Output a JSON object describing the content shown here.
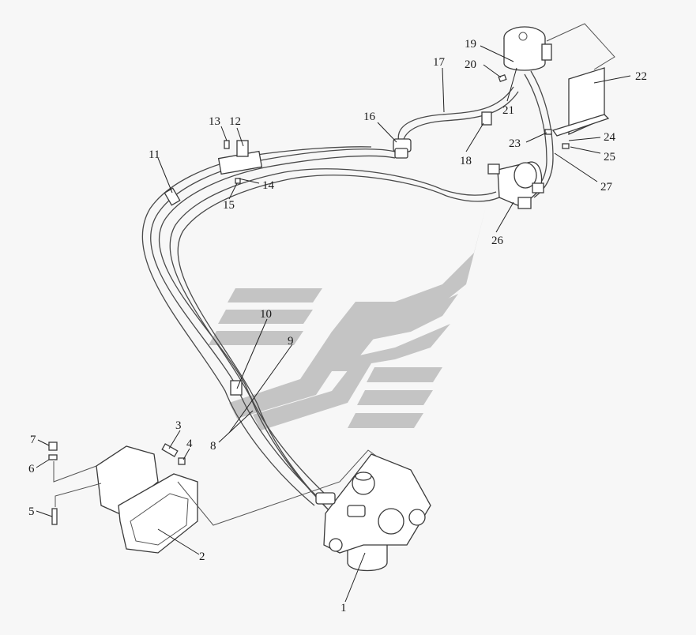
{
  "diagram": {
    "callouts": [
      {
        "id": "c1",
        "number": "1"
      },
      {
        "id": "c2",
        "number": "2"
      },
      {
        "id": "c3",
        "number": "3"
      },
      {
        "id": "c4",
        "number": "4"
      },
      {
        "id": "c5",
        "number": "5"
      },
      {
        "id": "c6",
        "number": "6"
      },
      {
        "id": "c7",
        "number": "7"
      },
      {
        "id": "c8",
        "number": "8"
      },
      {
        "id": "c9",
        "number": "9"
      },
      {
        "id": "c10",
        "number": "10"
      },
      {
        "id": "c11",
        "number": "11"
      },
      {
        "id": "c12",
        "number": "12"
      },
      {
        "id": "c13",
        "number": "13"
      },
      {
        "id": "c14",
        "number": "14"
      },
      {
        "id": "c15",
        "number": "15"
      },
      {
        "id": "c16",
        "number": "16"
      },
      {
        "id": "c17",
        "number": "17"
      },
      {
        "id": "c18",
        "number": "18"
      },
      {
        "id": "c19",
        "number": "19"
      },
      {
        "id": "c20",
        "number": "20"
      },
      {
        "id": "c21",
        "number": "21"
      },
      {
        "id": "c22",
        "number": "22"
      },
      {
        "id": "c23",
        "number": "23"
      },
      {
        "id": "c24",
        "number": "24"
      },
      {
        "id": "c25",
        "number": "25"
      },
      {
        "id": "c26",
        "number": "26"
      },
      {
        "id": "c27",
        "number": "27"
      }
    ],
    "colors": {
      "background": "#f7f7f7",
      "line": "#3a3a3a",
      "watermark": "#c4c4c4"
    }
  }
}
